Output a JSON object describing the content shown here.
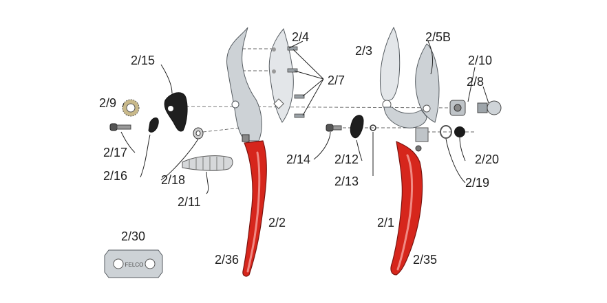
{
  "diagram": {
    "parts": {
      "p_2_1": "2/1",
      "p_2_2": "2/2",
      "p_2_3": "2/3",
      "p_2_4": "2/4",
      "p_2_5b": "2/5B",
      "p_2_7": "2/7",
      "p_2_8": "2/8",
      "p_2_9": "2/9",
      "p_2_10": "2/10",
      "p_2_11": "2/11",
      "p_2_12": "2/12",
      "p_2_13": "2/13",
      "p_2_14": "2/14",
      "p_2_15": "2/15",
      "p_2_16": "2/16",
      "p_2_17": "2/17",
      "p_2_18": "2/18",
      "p_2_19": "2/19",
      "p_2_20": "2/20",
      "p_2_30": "2/30",
      "p_2_35": "2/35",
      "p_2_36": "2/36"
    },
    "tool_stamp": "FELCO"
  }
}
